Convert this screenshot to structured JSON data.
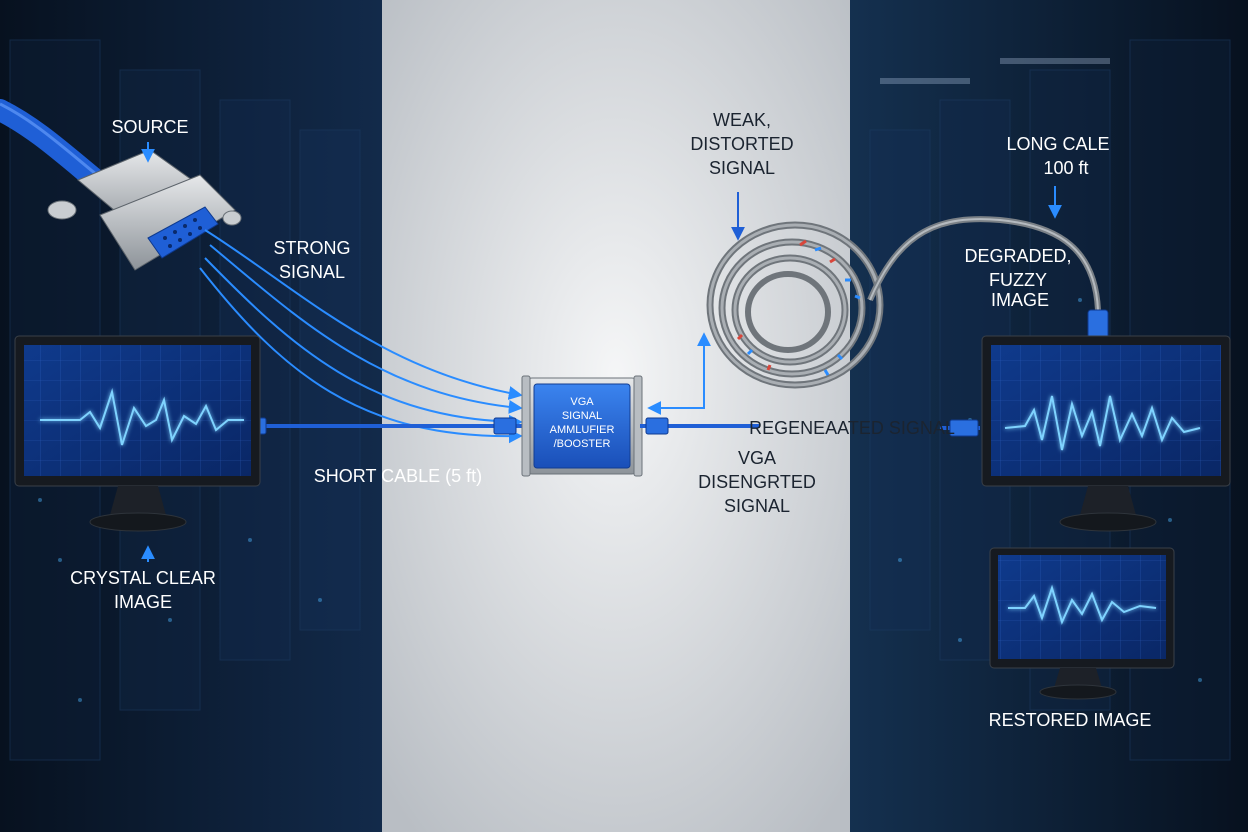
{
  "labels": {
    "source": "SOURCE",
    "strong_signal": [
      "STRONG",
      "SIGNAL"
    ],
    "crystal_clear": [
      "CRYSTAL CLEAR",
      "IMAGE"
    ],
    "short_cable": "SHORT CABLE (5 ft)",
    "amplifier": [
      "VGA",
      "SIGNAL",
      "AMMLUFIER",
      "/BOOSTER"
    ],
    "weak_distorted": [
      "WEAK,",
      "DISTORTED",
      "SIGNAL"
    ],
    "long_cable": [
      "LONG CALE",
      "100 ft"
    ],
    "degraded": [
      "DEGRADED,",
      "FUZZY",
      "IMAGE"
    ],
    "regenerated": "REGENEAATED SIGNAL",
    "vga_disengrted": [
      "VGA",
      "DISENGRTED",
      "SIGNAL"
    ],
    "restored": "RESTORED IMAGE"
  },
  "colors": {
    "background_dark": "#0b1a2e",
    "panel_light": "#e8eaec",
    "cable_blue": "#1f5fd6",
    "signal_blue": "#4fb6ff",
    "accent": "#2a8cff"
  },
  "icons": [
    "vga-connector-icon",
    "amplifier-box-icon",
    "monitor-icon",
    "cable-coil-icon",
    "arrow-icon"
  ]
}
